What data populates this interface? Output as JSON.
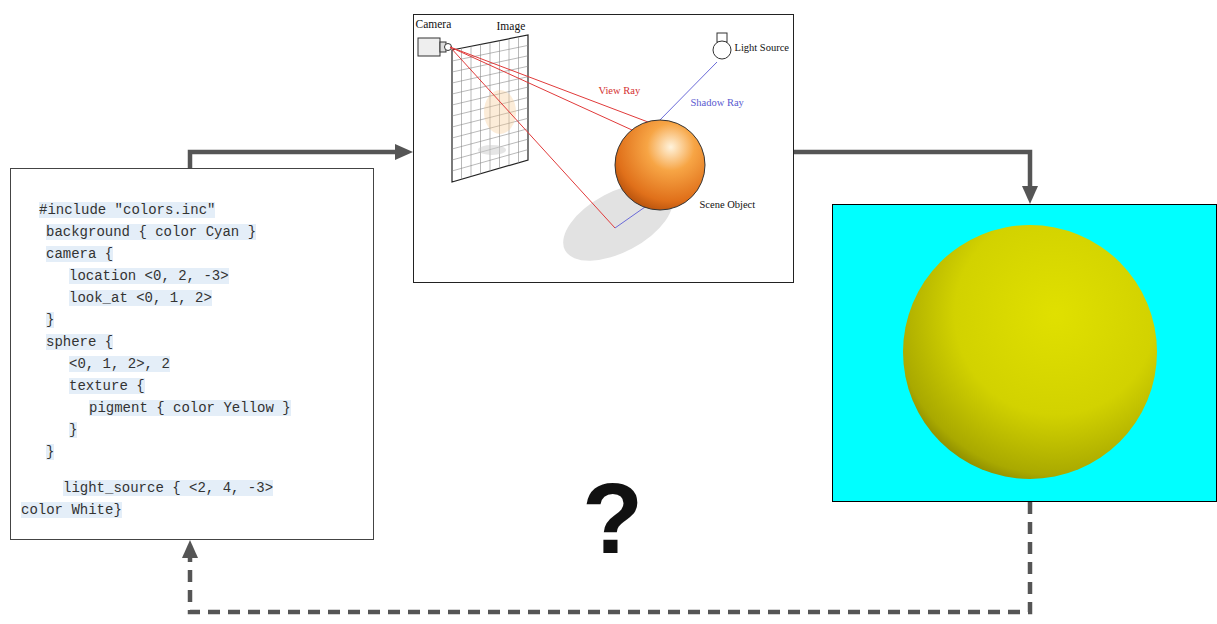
{
  "diagram": {
    "nodes": [
      {
        "text": [
          "#include \"colors.inc\"",
          "background { color Cyan }",
          "camera {",
          "location <0, 2, -3>",
          "look_at <0, 1, 2>",
          "}",
          "sphere {",
          "<0, 1, 2>, 2",
          "texture {",
          "pigment { color Yellow }",
          "}",
          "}",
          "light_source { <2, 4, -3> color White}"
        ]
      },
      {
        "text": [
          "Camera",
          "Image",
          "Light Source",
          "View Ray",
          "Shadow Ray",
          "Scene Object"
        ]
      },
      {
        "text": []
      }
    ],
    "edges": [
      {
        "from": 0,
        "to": 1,
        "arrow": "to"
      },
      {
        "from": 1,
        "to": 2,
        "arrow": "to"
      },
      {
        "from": 2,
        "to": 0,
        "arrow": "to",
        "label": "?"
      }
    ]
  }
}
